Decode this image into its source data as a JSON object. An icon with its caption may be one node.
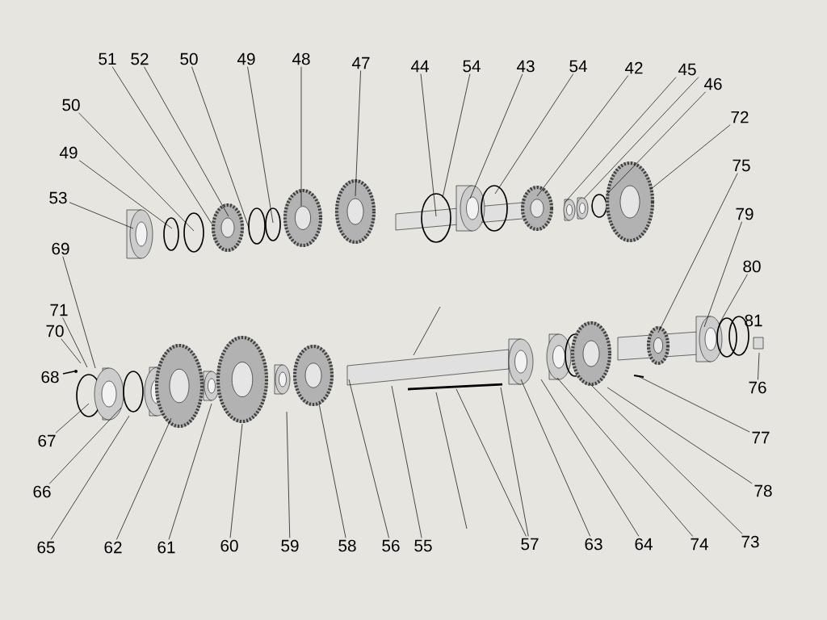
{
  "diagram": {
    "nodes": [
      {
        "text": [
          "51"
        ]
      },
      {
        "text": [
          "52"
        ]
      },
      {
        "text": [
          "50"
        ]
      },
      {
        "text": [
          "49"
        ]
      },
      {
        "text": [
          "48"
        ]
      },
      {
        "text": [
          "47"
        ]
      },
      {
        "text": [
          "44"
        ]
      },
      {
        "text": [
          "54"
        ]
      },
      {
        "text": [
          "43"
        ]
      },
      {
        "text": [
          "54"
        ]
      },
      {
        "text": [
          "42"
        ]
      },
      {
        "text": [
          "45"
        ]
      },
      {
        "text": [
          "46"
        ]
      },
      {
        "text": [
          "72"
        ]
      },
      {
        "text": [
          "75"
        ]
      },
      {
        "text": [
          "79"
        ]
      },
      {
        "text": [
          "80"
        ]
      },
      {
        "text": [
          "76"
        ]
      },
      {
        "text": [
          "77"
        ]
      },
      {
        "text": [
          "78"
        ]
      },
      {
        "text": [
          "50"
        ]
      },
      {
        "text": [
          "49"
        ]
      },
      {
        "text": [
          "53"
        ]
      },
      {
        "text": [
          "69"
        ]
      },
      {
        "text": [
          "71"
        ]
      },
      {
        "text": [
          "70"
        ]
      },
      {
        "text": [
          "67"
        ]
      },
      {
        "text": [
          "66"
        ]
      },
      {
        "text": [
          "65"
        ]
      },
      {
        "text": [
          "62"
        ]
      },
      {
        "text": [
          "61"
        ]
      },
      {
        "text": [
          "60"
        ]
      },
      {
        "text": [
          "59"
        ]
      },
      {
        "text": [
          "58"
        ]
      },
      {
        "text": [
          "56"
        ]
      },
      {
        "text": [
          "55"
        ]
      },
      {
        "text": [
          "57"
        ]
      },
      {
        "text": [
          "63"
        ]
      },
      {
        "text": [
          "64"
        ]
      },
      {
        "text": [
          "74"
        ]
      },
      {
        "text": [
          "73"
        ]
      }
    ],
    "edges": [
      {
        "from": 0,
        "to": null,
        "arrow": "none"
      },
      {
        "from": 1,
        "to": null,
        "arrow": "none"
      },
      {
        "from": 2,
        "to": null,
        "arrow": "none"
      },
      {
        "from": 3,
        "to": null,
        "arrow": "none"
      },
      {
        "from": 4,
        "to": null,
        "arrow": "none"
      },
      {
        "from": 5,
        "to": null,
        "arrow": "none"
      },
      {
        "from": 6,
        "to": null,
        "arrow": "none"
      },
      {
        "from": 7,
        "to": null,
        "arrow": "none"
      },
      {
        "from": 8,
        "to": null,
        "arrow": "none"
      },
      {
        "from": 9,
        "to": null,
        "arrow": "none"
      },
      {
        "from": 10,
        "to": null,
        "arrow": "none"
      },
      {
        "from": 11,
        "to": null,
        "arrow": "none"
      },
      {
        "from": 11,
        "to": null,
        "arrow": "none"
      },
      {
        "from": 12,
        "to": null,
        "arrow": "none"
      },
      {
        "from": 13,
        "to": null,
        "arrow": "none"
      },
      {
        "from": 14,
        "to": null,
        "arrow": "none"
      },
      {
        "from": 15,
        "to": null,
        "arrow": "none"
      },
      {
        "from": 16,
        "to": null,
        "arrow": "none"
      },
      {
        "from": 17,
        "to": null,
        "arrow": "none"
      },
      {
        "from": 18,
        "to": null,
        "arrow": "none"
      },
      {
        "from": 19,
        "to": null,
        "arrow": "none"
      },
      {
        "from": 20,
        "to": null,
        "arrow": "none"
      },
      {
        "from": 21,
        "to": null,
        "arrow": "none"
      },
      {
        "from": 22,
        "to": null,
        "arrow": "none"
      },
      {
        "from": 23,
        "to": null,
        "arrow": "none"
      },
      {
        "from": 24,
        "to": null,
        "arrow": "none"
      },
      {
        "from": 25,
        "to": null,
        "arrow": "none"
      },
      {
        "from": 26,
        "to": null,
        "arrow": "none"
      },
      {
        "from": 27,
        "to": null,
        "arrow": "none"
      },
      {
        "from": 28,
        "to": null,
        "arrow": "none"
      },
      {
        "from": 29,
        "to": null,
        "arrow": "none"
      },
      {
        "from": 30,
        "to": null,
        "arrow": "none"
      },
      {
        "from": 31,
        "to": null,
        "arrow": "none"
      },
      {
        "from": 32,
        "to": null,
        "arrow": "none"
      },
      {
        "from": 33,
        "to": null,
        "arrow": "none"
      },
      {
        "from": 34,
        "to": null,
        "arrow": "none"
      },
      {
        "from": 35,
        "to": null,
        "arrow": "none"
      },
      {
        "from": 36,
        "to": null,
        "arrow": "none"
      },
      {
        "from": 36,
        "to": null,
        "arrow": "none"
      },
      {
        "from": 37,
        "to": null,
        "arrow": "none"
      },
      {
        "from": 38,
        "to": null,
        "arrow": "none"
      },
      {
        "from": 39,
        "to": null,
        "arrow": "none"
      },
      {
        "from": 40,
        "to": null,
        "arrow": "none"
      }
    ],
    "labels": [
      "81",
      "68"
    ]
  }
}
